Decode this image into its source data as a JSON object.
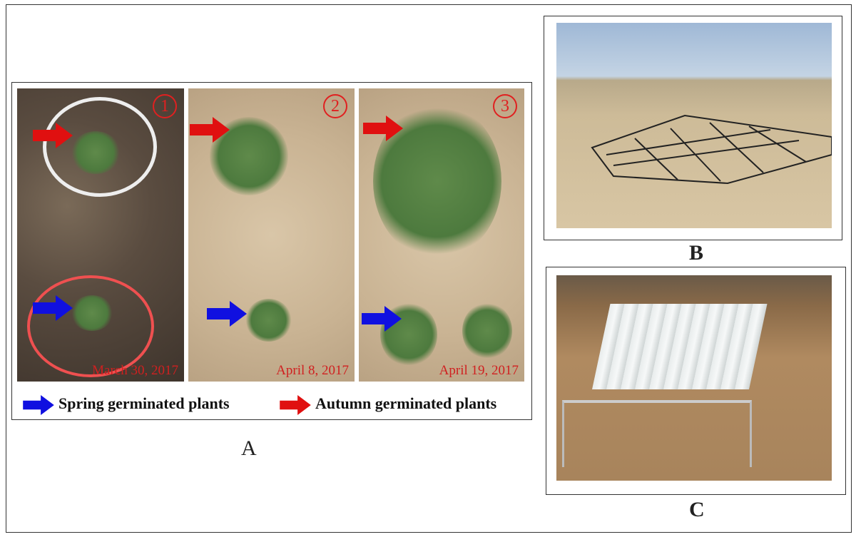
{
  "panel_a": {
    "label": "A",
    "photos": [
      {
        "number": "1",
        "date": "March 30, 2017"
      },
      {
        "number": "2",
        "date": "April 8, 2017"
      },
      {
        "number": "3",
        "date": "April 19, 2017"
      }
    ],
    "legend": [
      {
        "text": "Spring germinated plants",
        "color": "#1010e0"
      },
      {
        "text": "Autumn germinated plants",
        "color": "#e01010"
      }
    ]
  },
  "panel_b": {
    "label": "B"
  },
  "panel_c": {
    "label": "C"
  }
}
